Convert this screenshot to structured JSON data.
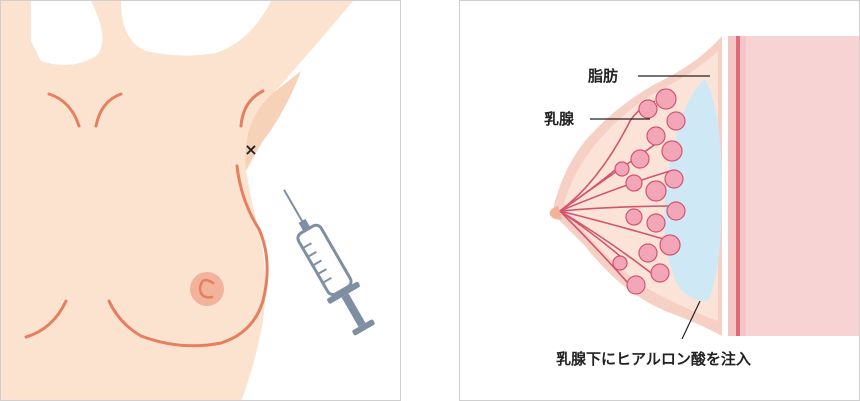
{
  "labels": {
    "fat": "脂肪",
    "mammary_gland": "乳腺",
    "injection_note": "乳腺下にヒアルロン酸を注入"
  },
  "markers": {
    "injection_point": "×"
  },
  "icons": {
    "syringe": "syringe-icon"
  },
  "colors": {
    "skin": "#fbe3cf",
    "skin_light": "#fdf0e4",
    "outline": "#e57f5f",
    "gland_pink": "#f4a6b9",
    "duct_red": "#d2546f",
    "implant_blue": "#cfe8f6",
    "muscle_pink": "#f5c6c6",
    "syringe_gray": "#7f8fa3"
  }
}
